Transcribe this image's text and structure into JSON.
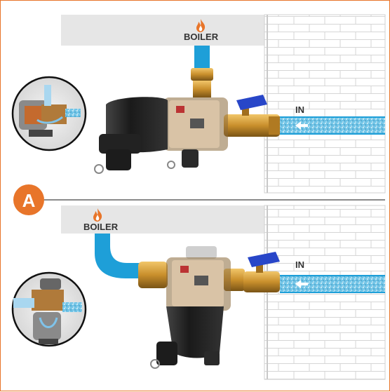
{
  "top_panel": {
    "boiler_label": "BOILER",
    "inlet_label": "IN"
  },
  "bottom_panel": {
    "boiler_label": "BOILER",
    "inlet_label": "IN"
  },
  "marker": {
    "letter": "A"
  },
  "colors": {
    "frame": "#e8752a",
    "marker_fill": "#e8752a",
    "pipe_blue": "#1e9fd8",
    "header_box": "#e6e6e6",
    "brick_line": "#d4d4d4",
    "valve_handle": "#2846c8",
    "brass": "#c9912e",
    "filter_body": "#1c1c1c"
  },
  "icons": [
    "flame-icon",
    "arrow-left-icon",
    "brick-wall",
    "valve",
    "magnetic-filter",
    "cutaway-inset"
  ]
}
